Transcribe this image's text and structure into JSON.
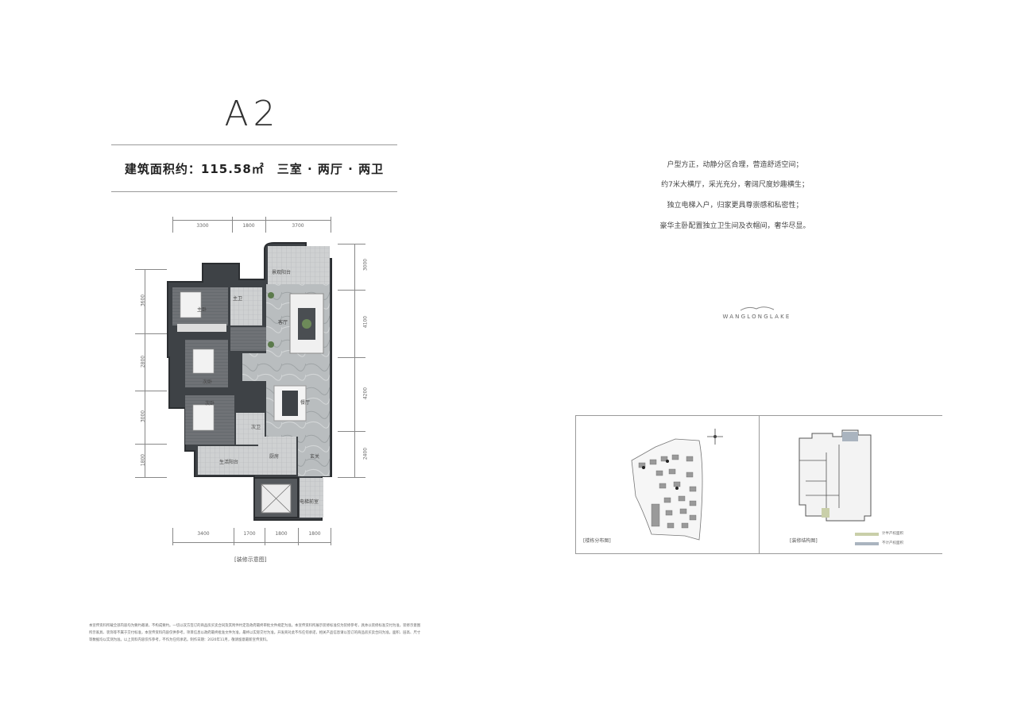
{
  "unit": {
    "title": "A2",
    "specs": "建筑面积约：115.58㎡　三室 · 两厅 · 两卫"
  },
  "floorplan": {
    "top_dims": [
      "3300",
      "1800",
      "3700"
    ],
    "bottom_dims": [
      "3400",
      "1700",
      "1800",
      "1800"
    ],
    "left_dims": [
      "3600",
      "2800",
      "3000",
      "1800"
    ],
    "right_dims": [
      "3000",
      "4100",
      "4200",
      "2400"
    ],
    "rooms": {
      "balcony": "景观阳台",
      "master_bedroom": "主卧",
      "master_bath": "主卫",
      "living": "客厅",
      "bedroom2": "次卧",
      "bedroom3": "次卧",
      "public_bath": "次卫",
      "dining": "餐厅",
      "kitchen": "厨房",
      "entry": "玄关",
      "utility_balcony": "生活阳台",
      "elevator_hall": "电梯前室"
    },
    "caption": "[装修示意图]"
  },
  "description": {
    "lines": [
      "户型方正，动静分区合理，营造舒适空间；",
      "约7米大横厅，采光充分，奢阔尺度妙趣横生；",
      "独立电梯入户，归家更具尊崇感和私密性；",
      "豪华主卧配置独立卫生间及衣帽间，奢华尽显。"
    ]
  },
  "brand": {
    "name": "WANGLONGLAKE"
  },
  "site_panel": {
    "caption": "[楼栋分布图]"
  },
  "structure_panel": {
    "caption": "[装修结构图]",
    "legend": [
      {
        "label": "计半产权面积",
        "color": "#c9cfa9"
      },
      {
        "label": "不计产权面积",
        "color": "#aab4bf"
      }
    ]
  },
  "disclaimer": "本宣传资料所载全部内容均为要约邀请，不构成要约。一切以双方签订的商品房买卖合同及其附件约定及政府最终审批文件规定为准。本宣传资料所展示装修标准仅为装修参考，具体以装修标准交付为准，装修示意图所示家具、装饰等不属于交付标准，本宣传资料内容仅供参考，项目信息以政府最终批准文件为准，最终以实际交付为准。开发商对此不作任何承诺，相关产品信息请以签订的商品房买卖合同为准。面积、层高、尺寸等数据均以实测为准。以上资料内容仅作参考，不作为任何承诺。制作日期：2020年11月，敬请留意最新宣传资料。"
}
